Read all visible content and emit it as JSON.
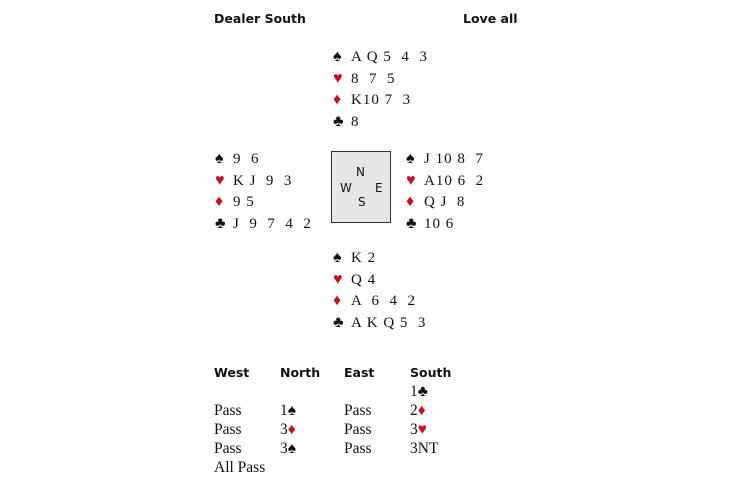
{
  "header": {
    "dealer": "Dealer South",
    "vulnerability": "Love all"
  },
  "colors": {
    "red_suit": "#c4111f",
    "black_suit": "#111111",
    "compass_bg": "#e6e6e6"
  },
  "suits": {
    "spades": "♠",
    "hearts": "♥",
    "diamonds": "♦",
    "clubs": "♣"
  },
  "hands": {
    "north": {
      "spades": "A Q 5  4  3",
      "hearts": "8  7  5",
      "diamonds": "K10 7  3",
      "clubs": "8"
    },
    "west": {
      "spades": "9  6",
      "hearts": "K J  9  3",
      "diamonds": "9 5",
      "clubs": "J  9  7  4  2"
    },
    "east": {
      "spades": "J 10 8  7",
      "hearts": "A10 6  2",
      "diamonds": "Q J  8",
      "clubs": "10 6"
    },
    "south": {
      "spades": "K 2",
      "hearts": "Q 4",
      "diamonds": "A  6  4  2",
      "clubs": "A K Q 5  3"
    }
  },
  "compass": {
    "n": "N",
    "w": "W",
    "e": "E",
    "s": "S"
  },
  "auction": {
    "headers": [
      "West",
      "North",
      "East",
      "South"
    ],
    "west": [
      "",
      "Pass",
      "Pass",
      "Pass",
      "All Pass"
    ],
    "north": [
      "",
      "1",
      "3",
      "3"
    ],
    "east": [
      "",
      "Pass",
      "Pass",
      "Pass"
    ],
    "south": [
      "1",
      "2",
      "3",
      "3NT"
    ]
  }
}
